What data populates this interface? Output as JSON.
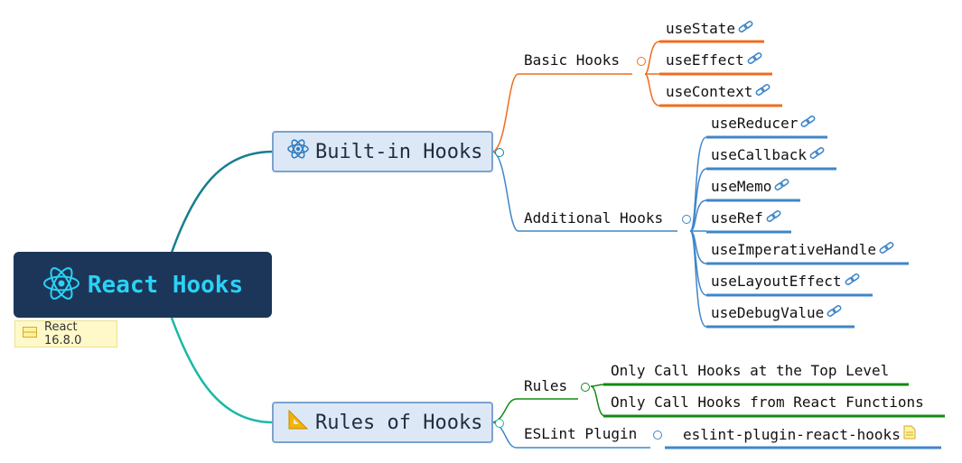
{
  "root": {
    "title": "React Hooks",
    "note": "React 16.8.0",
    "icon": "react-atom-icon"
  },
  "branches": [
    {
      "label": "Built-in Hooks",
      "icon": "atom-icon",
      "groups": [
        {
          "label": "Basic Hooks",
          "color": "#f06c1d",
          "items": [
            "useState",
            "useEffect",
            "useContext"
          ]
        },
        {
          "label": "Additional Hooks",
          "color": "#3f86c9",
          "items": [
            "useReducer",
            "useCallback",
            "useMemo",
            "useRef",
            "useImperativeHandle",
            "useLayoutEffect",
            "useDebugValue"
          ]
        }
      ]
    },
    {
      "label": "Rules of Hooks",
      "icon": "triangle-ruler-icon",
      "groups": [
        {
          "label": "Rules",
          "color": "#118a11",
          "items": [
            "Only Call Hooks at the Top Level",
            "Only Call Hooks from React Functions"
          ]
        },
        {
          "label": "ESLint Plugin",
          "color": "#3f86c9",
          "items": [
            "eslint-plugin-react-hooks"
          ]
        }
      ]
    }
  ],
  "colors": {
    "root_bg": "#1c3659",
    "root_text": "#2ad2f5",
    "branch1_edge": "#177e8f",
    "branch2_edge": "#17b9a6",
    "link_icon": "#3f86c9"
  }
}
